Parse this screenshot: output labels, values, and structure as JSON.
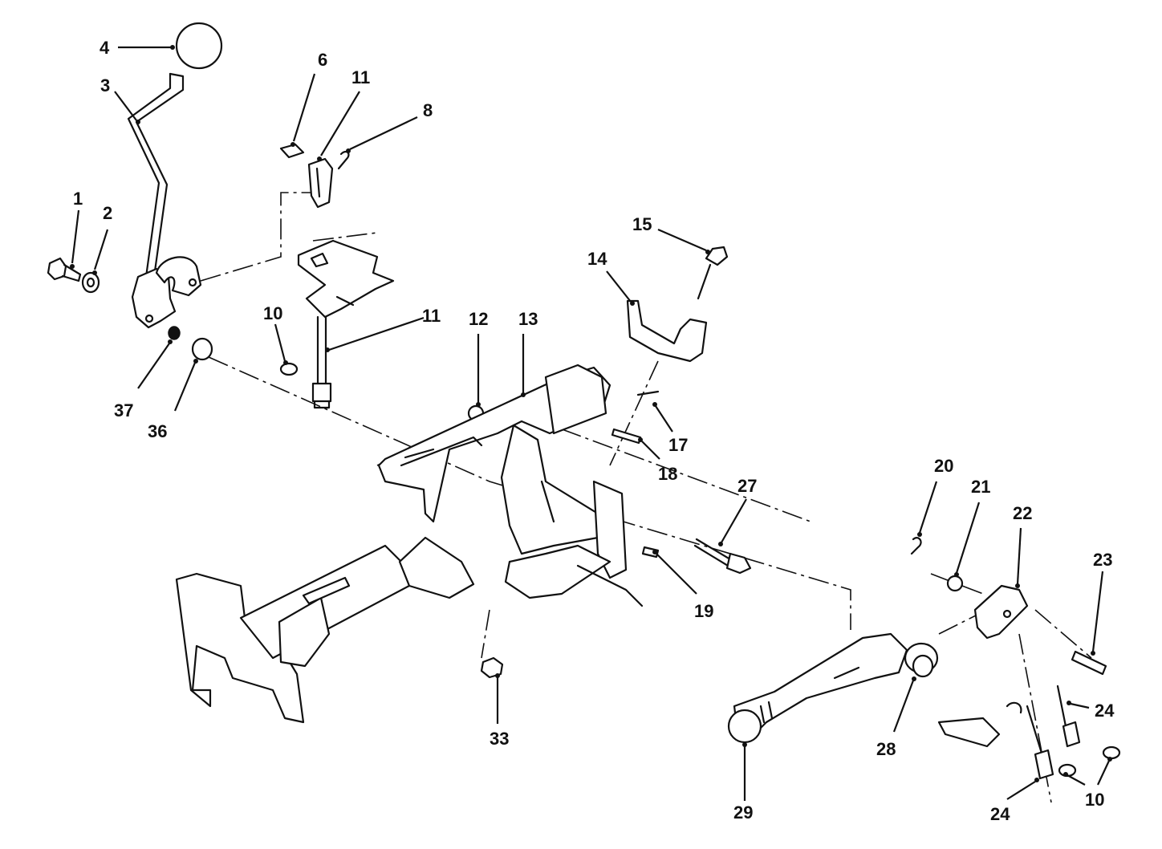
{
  "diagram": {
    "callouts": [
      {
        "id": "c4",
        "label": "4"
      },
      {
        "id": "c3",
        "label": "3"
      },
      {
        "id": "c6",
        "label": "6"
      },
      {
        "id": "c11a",
        "label": "11"
      },
      {
        "id": "c8",
        "label": "8"
      },
      {
        "id": "c1",
        "label": "1"
      },
      {
        "id": "c2",
        "label": "2"
      },
      {
        "id": "c15",
        "label": "15"
      },
      {
        "id": "c14",
        "label": "14"
      },
      {
        "id": "c10a",
        "label": "10"
      },
      {
        "id": "c11b",
        "label": "11"
      },
      {
        "id": "c12",
        "label": "12"
      },
      {
        "id": "c13",
        "label": "13"
      },
      {
        "id": "c37",
        "label": "37"
      },
      {
        "id": "c36",
        "label": "36"
      },
      {
        "id": "c17",
        "label": "17"
      },
      {
        "id": "c18",
        "label": "18"
      },
      {
        "id": "c27",
        "label": "27"
      },
      {
        "id": "c20",
        "label": "20"
      },
      {
        "id": "c21",
        "label": "21"
      },
      {
        "id": "c22",
        "label": "22"
      },
      {
        "id": "c23",
        "label": "23"
      },
      {
        "id": "c19",
        "label": "19"
      },
      {
        "id": "c24a",
        "label": "24"
      },
      {
        "id": "c33",
        "label": "33"
      },
      {
        "id": "c28",
        "label": "28"
      },
      {
        "id": "c29",
        "label": "29"
      },
      {
        "id": "c24b",
        "label": "24"
      },
      {
        "id": "c10b",
        "label": "10"
      }
    ]
  }
}
